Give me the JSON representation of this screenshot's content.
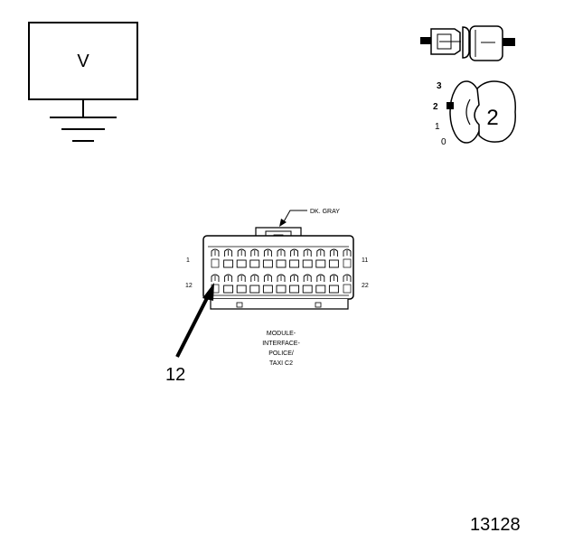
{
  "meter": {
    "label": "V"
  },
  "switch": {
    "positions": [
      "3",
      "2",
      "1",
      "0"
    ],
    "selected": "2"
  },
  "connector": {
    "wire_color": "DK. GRAY",
    "pin_first_top": "1",
    "pin_last_top": "11",
    "pin_first_bottom": "12",
    "pin_last_bottom": "22",
    "caption": [
      "MODULE-",
      "INTERFACE-",
      "POLICE/",
      "TAXI C2"
    ],
    "pointer_label": "12"
  },
  "figure_number": "13128"
}
